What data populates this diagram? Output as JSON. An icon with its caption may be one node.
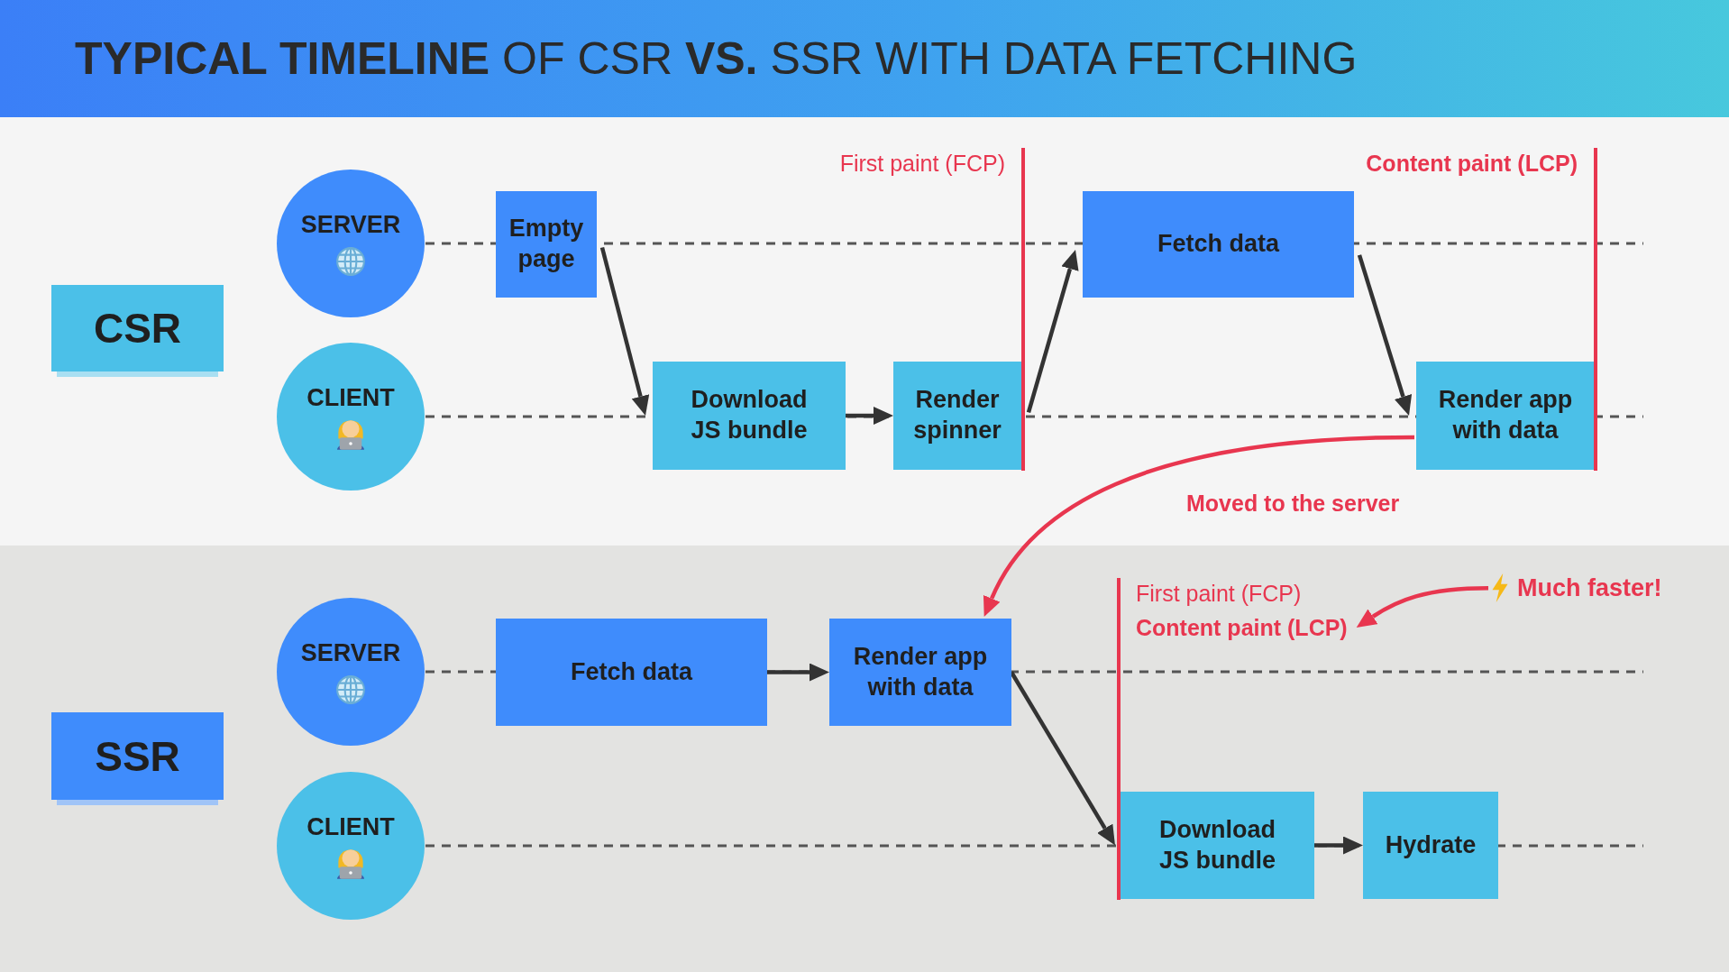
{
  "diagram": {
    "title": "**TYPICAL TIMELINE** OF CSR **VS.** SSR WITH DATA FETCHING",
    "nodes": [
      {
        "text": [
          "CSR"
        ]
      },
      {
        "text": [
          "SERVER"
        ]
      },
      {
        "text": [
          "CLIENT"
        ]
      },
      {
        "text": [
          "Empty page"
        ]
      },
      {
        "text": [
          "Download JS bundle"
        ]
      },
      {
        "text": [
          "Render spinner"
        ]
      },
      {
        "text": [
          "First paint (FCP)"
        ]
      },
      {
        "text": [
          "Fetch data"
        ]
      },
      {
        "text": [
          "Render app with data"
        ]
      },
      {
        "text": [
          "Content paint (LCP)"
        ]
      },
      {
        "text": [
          "SSR"
        ]
      },
      {
        "text": [
          "SERVER"
        ]
      },
      {
        "text": [
          "CLIENT"
        ]
      },
      {
        "text": [
          "Fetch data"
        ]
      },
      {
        "text": [
          "Render app with data"
        ]
      },
      {
        "text": [
          "First paint (FCP)",
          "Content paint (LCP)"
        ]
      },
      {
        "text": [
          "Much faster!"
        ]
      },
      {
        "text": [
          "Download JS bundle"
        ]
      },
      {
        "text": [
          "Hydrate"
        ]
      }
    ],
    "edges": [
      {
        "from": 3,
        "to": 4,
        "arrow": "to"
      },
      {
        "from": 4,
        "to": 5,
        "arrow": "to"
      },
      {
        "from": 5,
        "to": 7,
        "arrow": "to"
      },
      {
        "from": 7,
        "to": 8,
        "arrow": "to"
      },
      {
        "from": 8,
        "to": 14,
        "arrow": "to",
        "label": "Moved to the server",
        "color": "#e8364f"
      },
      {
        "from": 13,
        "to": 14,
        "arrow": "to"
      },
      {
        "from": 14,
        "to": 17,
        "arrow": "to"
      },
      {
        "from": 17,
        "to": 18,
        "arrow": "to"
      },
      {
        "from": 16,
        "to": 15,
        "arrow": "to",
        "color": "#e8364f"
      }
    ]
  }
}
